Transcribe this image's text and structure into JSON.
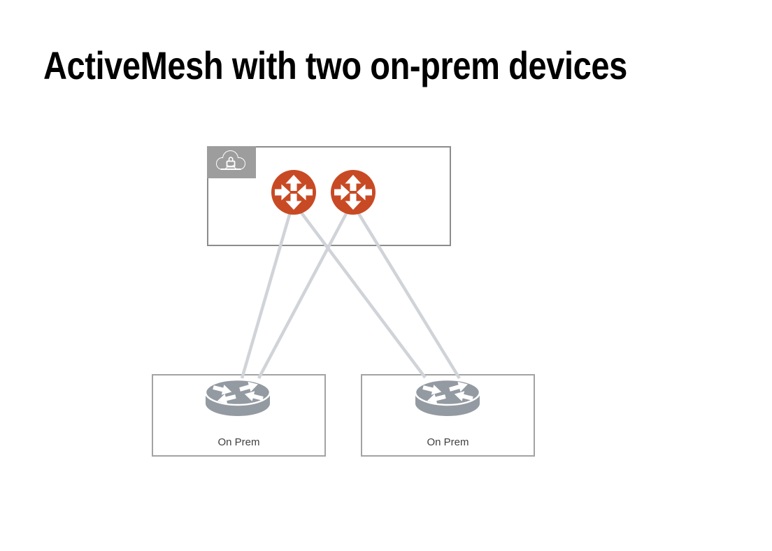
{
  "title": "ActiveMesh with two on-prem devices",
  "cloud": {
    "badge_icon": "cloud-lock-icon",
    "routers": [
      {
        "name": "mesh-router-1",
        "icon": "router-circle-arrows-icon"
      },
      {
        "name": "mesh-router-2",
        "icon": "router-circle-arrows-icon"
      }
    ]
  },
  "on_prem": [
    {
      "label": "On Prem",
      "icon": "router-puck-icon"
    },
    {
      "label": "On Prem",
      "icon": "router-puck-icon"
    }
  ],
  "links": [
    {
      "from": "mesh-router-1",
      "to": "on-prem-1"
    },
    {
      "from": "mesh-router-1",
      "to": "on-prem-2"
    },
    {
      "from": "mesh-router-2",
      "to": "on-prem-1"
    },
    {
      "from": "mesh-router-2",
      "to": "on-prem-2"
    }
  ],
  "colors": {
    "title_text": "#000000",
    "mesh_router_orange": "#c84a24",
    "device_gray": "#939aa1",
    "badge_gray": "#9d9d9d",
    "cloud_box_border": "#8c8c8c",
    "on_prem_box_border": "#a3a3a3",
    "link_line": "#d0d4d8",
    "label_text": "#404040"
  }
}
